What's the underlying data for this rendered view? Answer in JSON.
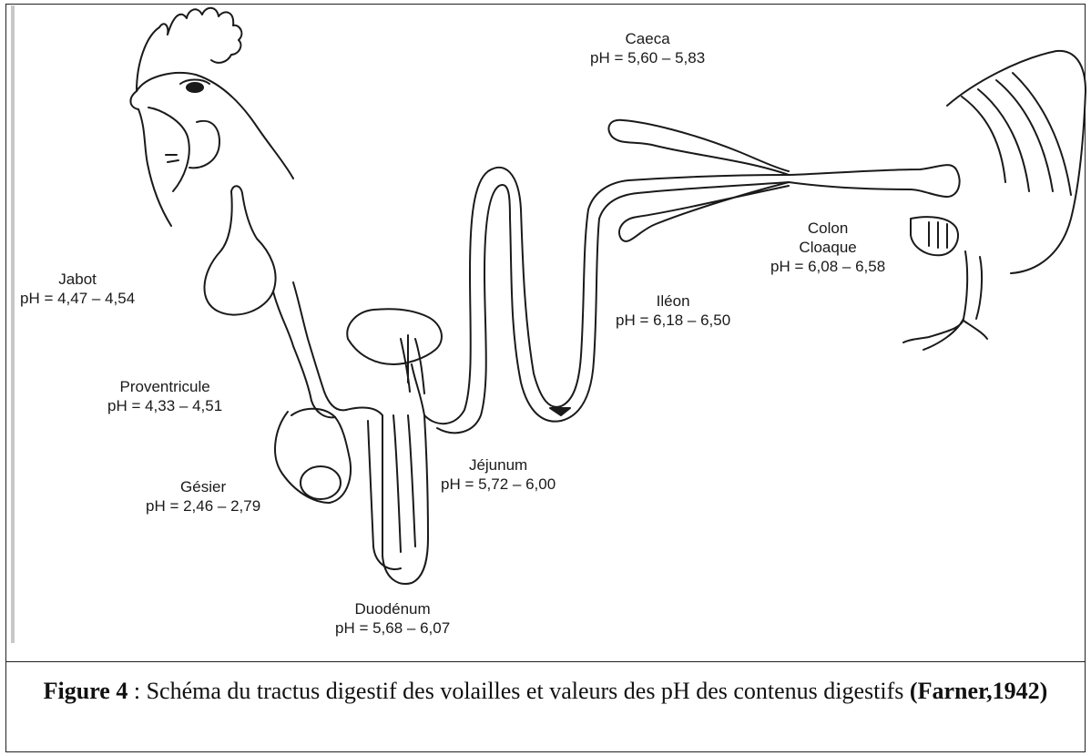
{
  "labels": {
    "caeca": {
      "name": "Caeca",
      "ph": "pH = 5,60 – 5,83"
    },
    "jabot": {
      "name": "Jabot",
      "ph": "pH = 4,47 – 4,54"
    },
    "colon": {
      "name1": "Colon",
      "name2": "Cloaque",
      "ph": "pH = 6,08 – 6,58"
    },
    "ileon": {
      "name": "Iléon",
      "ph": "pH = 6,18 – 6,50"
    },
    "proventricule": {
      "name": "Proventricule",
      "ph": "pH = 4,33 – 4,51"
    },
    "jejunum": {
      "name": "Jéjunum",
      "ph": "pH = 5,72 – 6,00"
    },
    "gesier": {
      "name": "Gésier",
      "ph": "pH = 2,46 – 2,79"
    },
    "duodenum": {
      "name": "Duodénum",
      "ph": "pH = 5,68 – 6,07"
    }
  },
  "caption": {
    "figure_label": "Figure 4",
    "text": " : Schéma du tractus digestif des volailles et valeurs des pH des contenus digestifs ",
    "reference": "(Farner,1942)"
  }
}
